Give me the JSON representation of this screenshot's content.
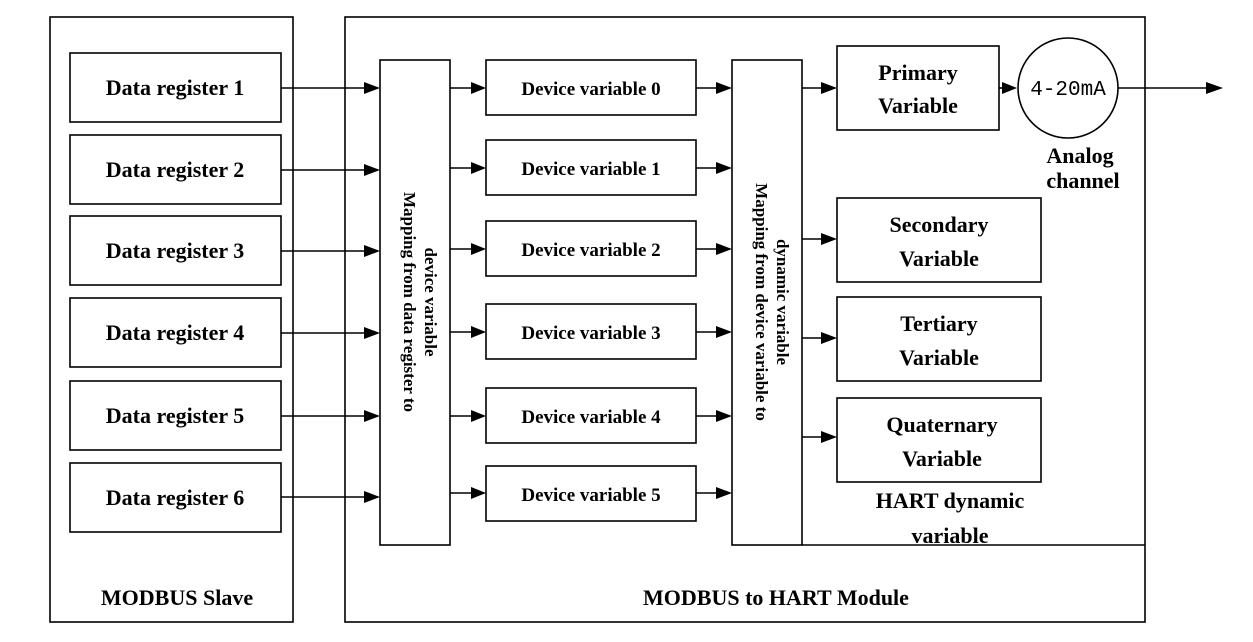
{
  "slave": {
    "title": "MODBUS Slave",
    "registers": [
      "Data register 1",
      "Data register 2",
      "Data register 3",
      "Data register 4",
      "Data register 5",
      "Data register 6"
    ]
  },
  "module": {
    "title": "MODBUS to HART Module",
    "mapping1": [
      "Mapping from data register to",
      "device variable"
    ],
    "mapping2": [
      "Mapping from device variable to",
      "dynamic variable"
    ],
    "device_vars": [
      "Device variable 0",
      "Device variable 1",
      "Device variable 2",
      "Device variable 3",
      "Device variable 4",
      "Device variable 5"
    ],
    "dynamic_vars": [
      [
        "Primary",
        "Variable"
      ],
      [
        "Secondary",
        "Variable"
      ],
      [
        "Tertiary",
        "Variable"
      ],
      [
        "Quaternary",
        "Variable"
      ]
    ],
    "analog_signal": "4-20mA",
    "analog_label": [
      "Analog",
      "channel"
    ],
    "hart_label": [
      "HART dynamic",
      "variable"
    ]
  }
}
